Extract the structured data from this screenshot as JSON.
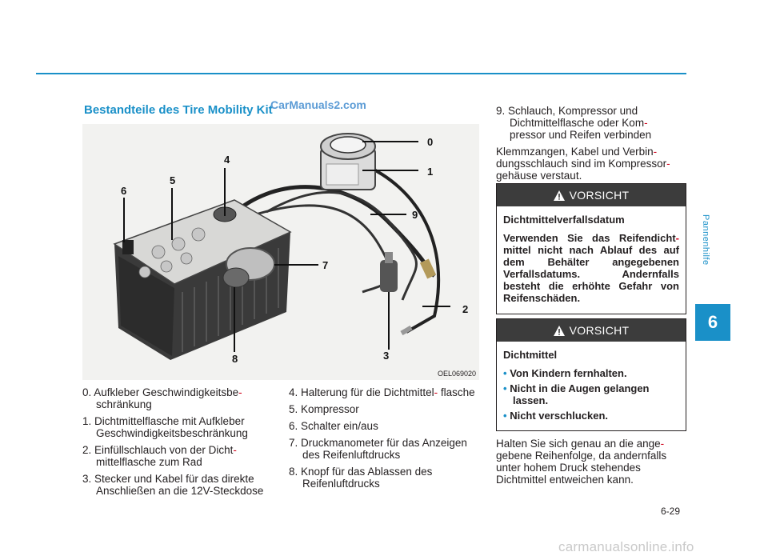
{
  "header": {
    "side_label": "Pannenhilfe",
    "chapter": "6"
  },
  "section_title": "Bestandteile des Tire Mobility Kit",
  "watermark": "CarManuals2.com",
  "figure": {
    "code": "OEL069020",
    "callouts": [
      "0",
      "1",
      "2",
      "3",
      "4",
      "5",
      "6",
      "7",
      "8",
      "9"
    ]
  },
  "parts_col1": [
    {
      "pre": "0. Aufkleber Geschwindigkeitsbe",
      "hyph": "-",
      "post": "schränkung"
    },
    {
      "pre": "1. Dichtmittelflasche mit Aufkleber Geschwindigkeitsbeschränkung",
      "hyph": "",
      "post": ""
    },
    {
      "pre": "2. Einfüllschlauch von der Dicht",
      "hyph": "-",
      "post": "mittelflasche zum Rad"
    },
    {
      "pre": "3. Stecker und Kabel für das direkte Anschließen an die 12V-Steckdose",
      "hyph": "",
      "post": ""
    }
  ],
  "parts_col2": [
    {
      "pre": "4. Halterung für die Dichtmittel",
      "hyph": "-",
      "post": "flasche"
    },
    {
      "pre": "5. Kompressor",
      "hyph": "",
      "post": ""
    },
    {
      "pre": "6. Schalter ein/aus",
      "hyph": "",
      "post": ""
    },
    {
      "pre": "7. Druckmanometer für das Anzeigen des Reifenluftdrucks",
      "hyph": "",
      "post": ""
    },
    {
      "pre": "8. Knopf für das Ablassen des Reifenluftdrucks",
      "hyph": "",
      "post": ""
    }
  ],
  "col3": {
    "item9": {
      "pre": "9. Schlauch, Kompressor und Dichtmittelflasche oder Kom",
      "hyph": "-",
      "post": "pressor und Reifen verbinden"
    },
    "para": {
      "a": "Klemmzangen, Kabel und Verbin",
      "b": "dungsschlauch sind im Kompressor",
      "c": "gehäuse verstaut."
    }
  },
  "caution1": {
    "label": "VORSICHT",
    "title": "Dichtmittelverfallsdatum",
    "text_a": "Verwenden Sie das Reifendicht",
    "text_b": "mittel nicht nach Ablauf des auf dem Behälter angegebenen Verfallsdatums. Andernfalls besteht die erhöhte Gefahr von Reifenschäden."
  },
  "caution2": {
    "label": "VORSICHT",
    "title": "Dichtmittel",
    "bullets": [
      "Von Kindern fernhalten.",
      "Nicht in die Augen gelangen lassen.",
      "Nicht verschlucken."
    ]
  },
  "closing": {
    "a": "Halten Sie sich genau an die ange",
    "b": "gebene Reihenfolge, da andernfalls unter hohem Druck stehendes Dichtmittel entweichen kann."
  },
  "footer": {
    "page_number": "6-29",
    "url": "carmanualsonline.info"
  }
}
